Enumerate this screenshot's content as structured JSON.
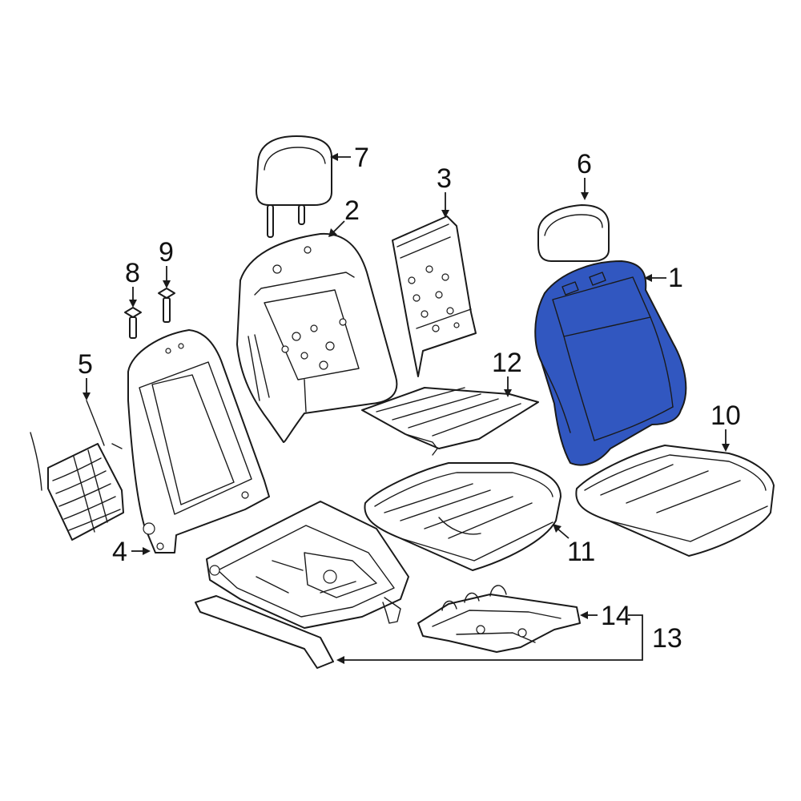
{
  "diagram": {
    "highlight_color": "#3157c0",
    "outline_color": "#1a1a1a",
    "highlighted_part": "1",
    "callouts": [
      {
        "id": "c1",
        "label": "1"
      },
      {
        "id": "c2",
        "label": "2"
      },
      {
        "id": "c3",
        "label": "3"
      },
      {
        "id": "c4",
        "label": "4"
      },
      {
        "id": "c5",
        "label": "5"
      },
      {
        "id": "c6",
        "label": "6"
      },
      {
        "id": "c7",
        "label": "7"
      },
      {
        "id": "c8",
        "label": "8"
      },
      {
        "id": "c9",
        "label": "9"
      },
      {
        "id": "c10",
        "label": "10"
      },
      {
        "id": "c11",
        "label": "11"
      },
      {
        "id": "c12",
        "label": "12"
      },
      {
        "id": "c13",
        "label": "13"
      },
      {
        "id": "c14",
        "label": "14"
      }
    ]
  }
}
